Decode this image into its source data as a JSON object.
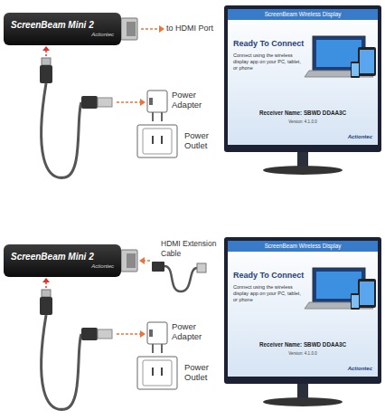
{
  "diagram": {
    "nodes": [
      {
        "text": [
          "ScreenBeam Mini 2",
          "Actiontec"
        ]
      },
      {
        "text": [
          "ScreenBeam Wireless Display",
          "Ready To Connect",
          "Connect using the wireless display app on your PC, tablet, or phone",
          "Receiver Name: SBWD DDAA3C",
          "Version: 4.1.0.0",
          "Actiontec"
        ]
      },
      {
        "text": [
          "ScreenBeam Mini 2",
          "Actiontec"
        ]
      },
      {
        "text": [
          "ScreenBeam Wireless Display",
          "Ready To Connect",
          "Connect using the wireless display app on your PC, tablet, or phone",
          "Receiver Name: SBWD DDAA3C",
          "Version: 4.1.0.0",
          "Actiontec"
        ]
      }
    ],
    "labels": [
      "to HDMI Port",
      "Power Adapter",
      "Power Outlet",
      "HDMI Extension Cable",
      "Power Adapter",
      "Power Outlet"
    ]
  }
}
